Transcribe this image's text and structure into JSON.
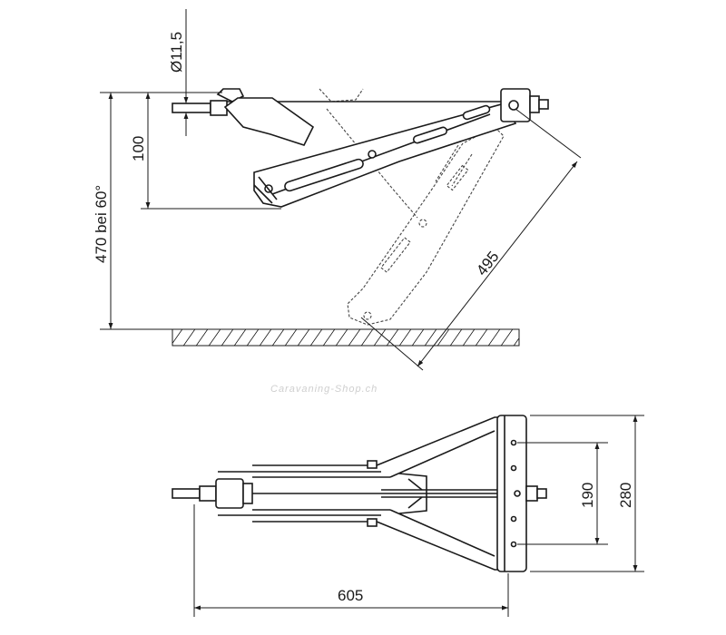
{
  "dimensions": {
    "diameter": "Ø11,5",
    "height_offset": "100",
    "total_height": "470 bei 60°",
    "arm_length": "495",
    "hole_spacing": "190",
    "base_width": "280",
    "total_length": "605"
  },
  "watermark": "Caravaning-Shop.ch"
}
